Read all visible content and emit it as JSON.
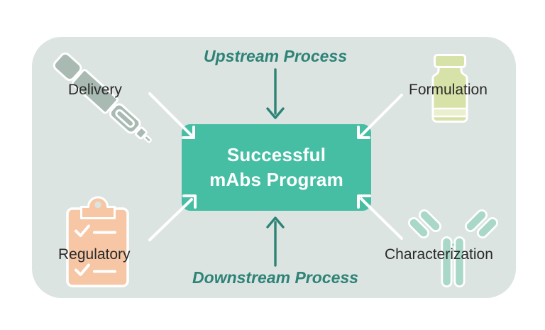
{
  "diagram": {
    "title_context": "mAbs program success factors diagram",
    "center_box": {
      "line1": "Successful",
      "line2": "mAbs Program",
      "background": "#45bea4",
      "text_color": "#ffffff"
    },
    "processes": {
      "top": {
        "label": "Upstream Process",
        "arrow_direction": "down"
      },
      "bottom": {
        "label": "Downstream Process",
        "arrow_direction": "up"
      },
      "color": "#2d8376"
    },
    "factors": [
      {
        "label": "Delivery",
        "position": "top-left",
        "icon": "autoinjector-pen-icon",
        "icon_color": "#a8bab1"
      },
      {
        "label": "Formulation",
        "position": "top-right",
        "icon": "medicine-vial-icon",
        "icon_color": "#d6e2a7"
      },
      {
        "label": "Regulatory",
        "position": "bottom-left",
        "icon": "clipboard-checklist-icon",
        "icon_color": "#f6c6a5"
      },
      {
        "label": "Characterization",
        "position": "bottom-right",
        "icon": "antibody-icon",
        "icon_color": "#a9d7c8"
      }
    ],
    "colors": {
      "panel_background": "#dce4e2",
      "page_background": "#ffffff",
      "connector_arrows": "#ffffff",
      "process_arrows": "#2d8376",
      "label_text": "#2a2a2a",
      "vial_band": "#e9efcf"
    }
  }
}
